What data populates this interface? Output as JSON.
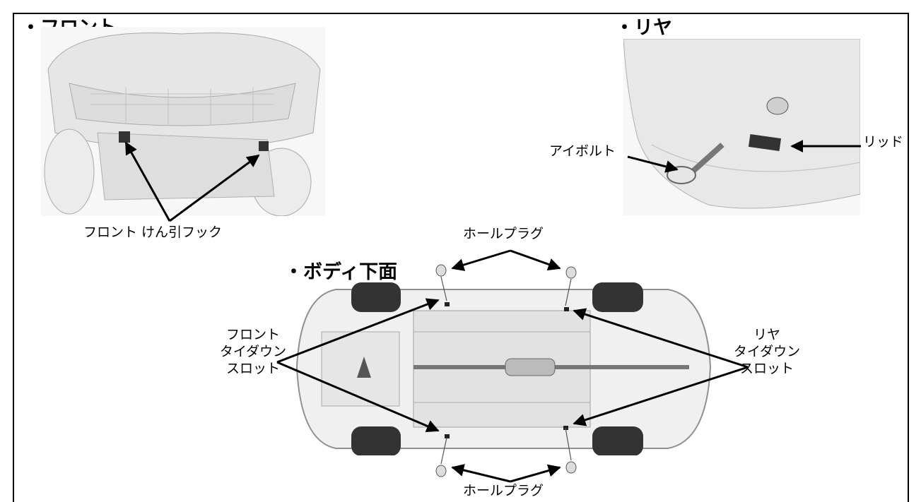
{
  "sections": {
    "front": "・フロント",
    "rear": "・リヤ",
    "underbody": "・ボディ下面"
  },
  "labels": {
    "front_tow_hook": "フロント けん引フック",
    "eye_bolt": "アイボルト",
    "lid": "リッド",
    "hole_plug_top": "ホールプラグ",
    "hole_plug_bottom": "ホールプラグ",
    "front_tiedown_lines": [
      "フロント",
      "タイダウン",
      "スロット"
    ],
    "rear_tiedown_lines": [
      "リヤ",
      "タイダウン",
      "スロット"
    ]
  },
  "colors": {
    "line": "#000000",
    "drawing_fill": "#f2f2f2",
    "drawing_stroke": "#9a9a9a"
  }
}
